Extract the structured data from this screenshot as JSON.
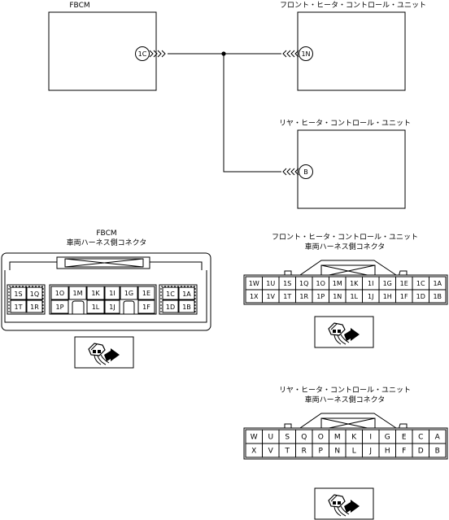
{
  "components": {
    "fbcm": {
      "label": "FBCM",
      "terminal": "1C"
    },
    "front_unit": {
      "label": "フロント・ヒータ・コントロール・ユニット",
      "terminal": "1N"
    },
    "rear_unit": {
      "label": "リヤ・ヒータ・コントロール・ユニット",
      "terminal": "B"
    }
  },
  "connectors": {
    "fbcm": {
      "title_line1": "FBCM",
      "title_line2": "車両ハーネス側コネクタ",
      "left_block": {
        "top": [
          "1S",
          "1Q"
        ],
        "bottom": [
          "1T",
          "1R"
        ]
      },
      "middle_top": [
        "1O",
        "1M",
        "1K",
        "1I",
        "1G",
        "1E"
      ],
      "middle_bottom": [
        "1P",
        "1L",
        "1J",
        "1F"
      ],
      "right_block": {
        "top": [
          "1C",
          "1A"
        ],
        "bottom": [
          "1D",
          "1B"
        ]
      }
    },
    "front": {
      "title_line1": "フロント・ヒータ・コントロール・ユニット",
      "title_line2": "車両ハーネス側コネクタ",
      "top": [
        "1W",
        "1U",
        "1S",
        "1Q",
        "1O",
        "1M",
        "1K",
        "1I",
        "1G",
        "1E",
        "1C",
        "1A"
      ],
      "bottom": [
        "1X",
        "1V",
        "1T",
        "1R",
        "1P",
        "1N",
        "1L",
        "1J",
        "1H",
        "1F",
        "1D",
        "1B"
      ]
    },
    "rear": {
      "title_line1": "リヤ・ヒータ・コントロール・ユニット",
      "title_line2": "車両ハーネス側コネクタ",
      "top": [
        "W",
        "U",
        "S",
        "Q",
        "O",
        "M",
        "K",
        "I",
        "G",
        "E",
        "C",
        "A"
      ],
      "bottom": [
        "X",
        "V",
        "T",
        "R",
        "P",
        "N",
        "L",
        "J",
        "H",
        "F",
        "D",
        "B"
      ]
    }
  },
  "icons": [
    "connector-probe-icon"
  ]
}
